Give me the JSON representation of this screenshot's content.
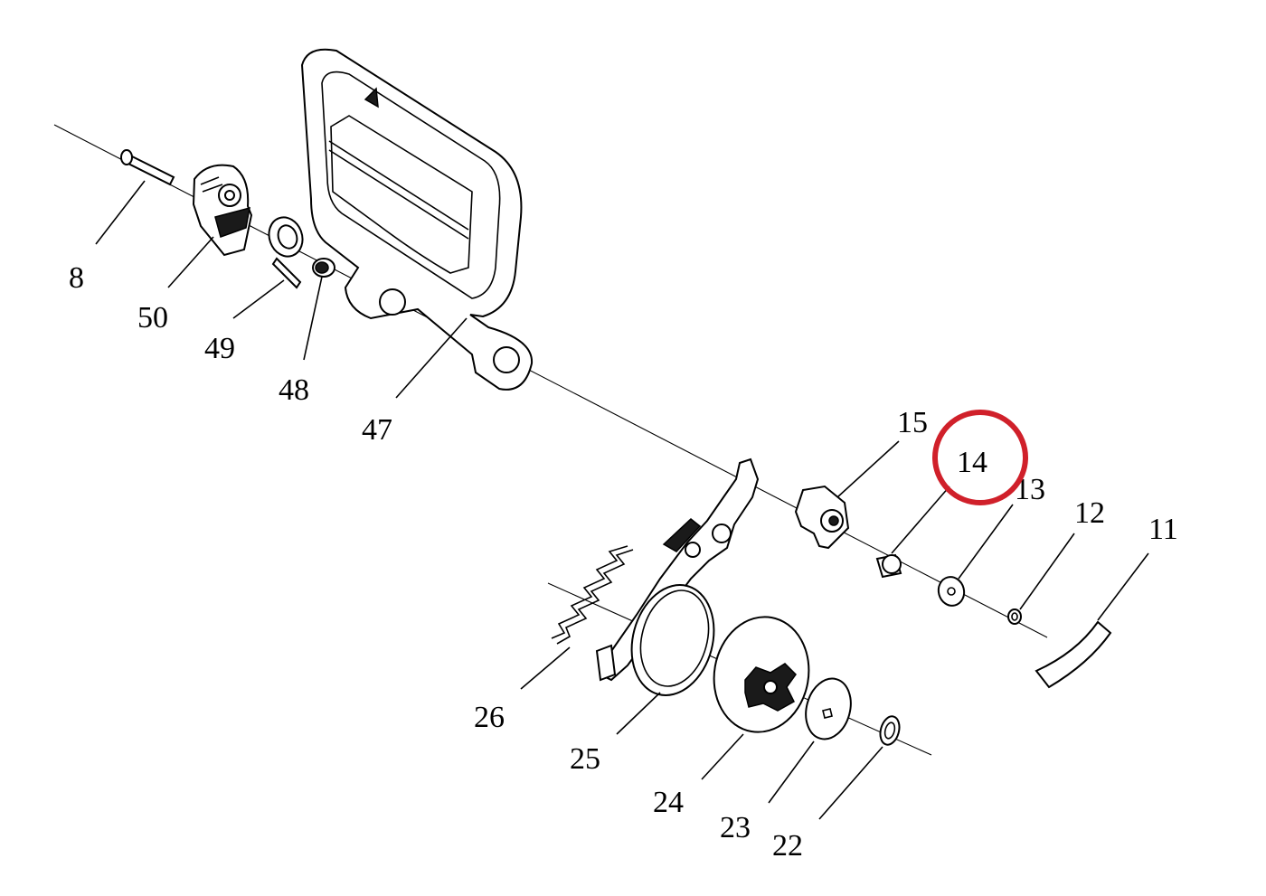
{
  "diagram": {
    "labels": [
      "8",
      "50",
      "49",
      "48",
      "47",
      "15",
      "14",
      "13",
      "12",
      "11",
      "26",
      "25",
      "24",
      "23",
      "22"
    ],
    "highlighted_label": "14",
    "colors": {
      "line": "#000000",
      "highlight": "#d0202a",
      "background": "#ffffff"
    }
  }
}
